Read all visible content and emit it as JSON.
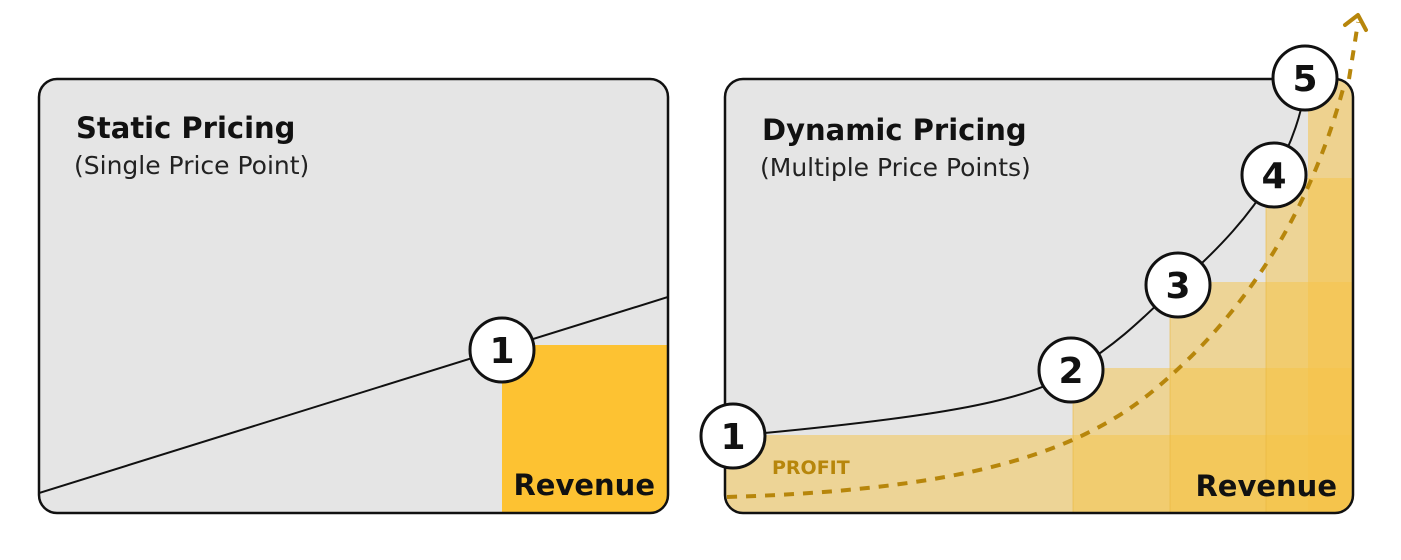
{
  "colors": {
    "panel_bg": "#e5e5e5",
    "border": "#111111",
    "revenue_fill": "#fdc232",
    "step_fill": "#f5c348",
    "profit_label": "#b7860b",
    "profit_arrow": "#b7860b",
    "marker_fill": "#ffffff"
  },
  "static_panel": {
    "title": "Static Pricing",
    "subtitle": "(Single Price Point)",
    "revenue_label": "Revenue",
    "price_points": [
      {
        "label": "1"
      }
    ]
  },
  "dynamic_panel": {
    "title": "Dynamic Pricing",
    "subtitle": "(Multiple Price Points)",
    "revenue_label": "Revenue",
    "profit_label": "PROFIT",
    "price_points": [
      {
        "label": "1"
      },
      {
        "label": "2"
      },
      {
        "label": "3"
      },
      {
        "label": "4"
      },
      {
        "label": "5"
      }
    ]
  },
  "icons": {
    "profit_arrow": "dashed-arrow-up-right-icon"
  }
}
